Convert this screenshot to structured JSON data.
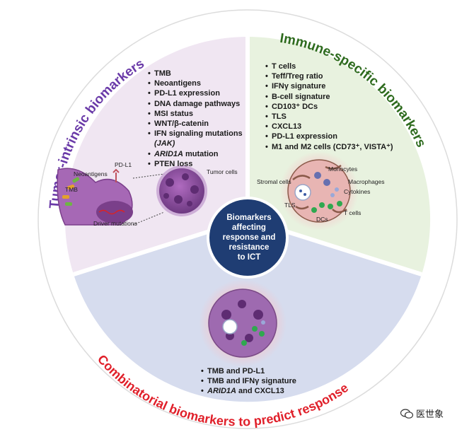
{
  "sections": {
    "tumor_intrinsic": {
      "title": "Tumor-intrinsic biomarkers",
      "title_color": "#6a3aa8",
      "items": [
        "TMB",
        "Neoantigens",
        "PD-L1 expression",
        "DNA damage pathways",
        "MSI status",
        "WNT/β-catenin",
        "IFN signaling mutations",
        "(JAK)",
        "ARID1A mutation",
        "PTEN loss"
      ],
      "labels": {
        "neoantigens": "Neoantigens",
        "pdl1": "PD-L1",
        "tmb": "TMB",
        "driver": "Driver mutations",
        "tumor_cells": "Tumor cells"
      }
    },
    "immune_specific": {
      "title": "Immune-specific biomarkers",
      "title_color": "#2e6b1e",
      "items": [
        "T cells",
        "Teff/Treg ratio",
        "IFNγ signature",
        "B-cell signature",
        "CD103⁺ DCs",
        "TLS",
        "CXCL13",
        "PD-L1 expression",
        "M1 and M2 cells (CD73⁺, VISTA⁺)"
      ],
      "labels": {
        "stromal": "Stromal cells",
        "monocytes": "Monocytes",
        "macrophages": "Macrophages",
        "cytokines": "Cytokines",
        "tls": "TLS",
        "dcs": "DCs",
        "tcells": "T cells"
      }
    },
    "combinatorial": {
      "title": "Combinatorial biomarkers to predict response",
      "title_color": "#e0202a",
      "items": [
        "TMB and PD-L1",
        "TMB and IFNγ signature",
        "ARID1A and CXCL13"
      ]
    }
  },
  "center": {
    "lines": [
      "Biomarkers",
      "affecting",
      "response and",
      "resistance",
      "to ICT"
    ],
    "color": "#1f3d73"
  },
  "watermark": {
    "text": "医世象"
  },
  "colors": {
    "tumor_bg": "#f0e6f2",
    "immune_bg": "#e8f2df",
    "combo_bg": "#d6dcee",
    "tumor_cell": "#8a4d9a",
    "outer_ring": "#ffffff"
  }
}
